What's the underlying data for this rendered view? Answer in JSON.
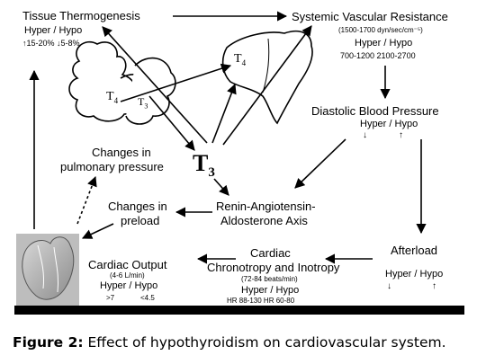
{
  "diagram": {
    "tissue_thermogenesis": {
      "title": "Tissue Thermogenesis",
      "hyper_hypo": "Hyper / Hypo",
      "values": "↑15-20% ↓5-8%"
    },
    "svr": {
      "title": "Systemic Vascular Resistance",
      "range": "(1500-1700 dyn/sec/cm⁻⁵)",
      "hyper_hypo": "Hyper / Hypo",
      "values": "700-1200   2100-2700"
    },
    "dbp": {
      "title": "Diastolic Blood Pressure",
      "hyper_hypo": "Hyper / Hypo",
      "up": "↑",
      "down": "↓"
    },
    "pulmonary": {
      "line1": "Changes in",
      "line2": "pulmonary pressure"
    },
    "t3": {
      "main": "T",
      "sub": "3"
    },
    "preload": {
      "line1": "Changes in",
      "line2": "preload"
    },
    "raas": {
      "line1": "Renin-Angiotensin-",
      "line2": "Aldosterone Axis"
    },
    "cardiac_output": {
      "title": "Cardiac Output",
      "range": "(4-6 L/min)",
      "hyper_hypo": "Hyper / Hypo",
      "hyper_val": ">7",
      "hypo_val": "<4.5"
    },
    "chronotropy": {
      "line1": "Cardiac",
      "line2": "Chronotropy and Inotropy",
      "range": "(72-84 beats/min)",
      "hyper_hypo": "Hyper / Hypo",
      "values": "HR 88-130   HR 60-80"
    },
    "afterload": {
      "title": "Afterload",
      "hyper_hypo": "Hyper / Hypo",
      "down": "↓",
      "up": "↑"
    },
    "labels": {
      "t4_thyroid": "T",
      "t4_thyroid_sub": "4",
      "t3_thyroid": "T",
      "t3_thyroid_sub": "3",
      "t4_liver": "T",
      "t4_liver_sub": "4"
    }
  },
  "caption": {
    "label": "Figure 2:",
    "text": " Effect of hypothyroidism on cardiovascular system."
  }
}
